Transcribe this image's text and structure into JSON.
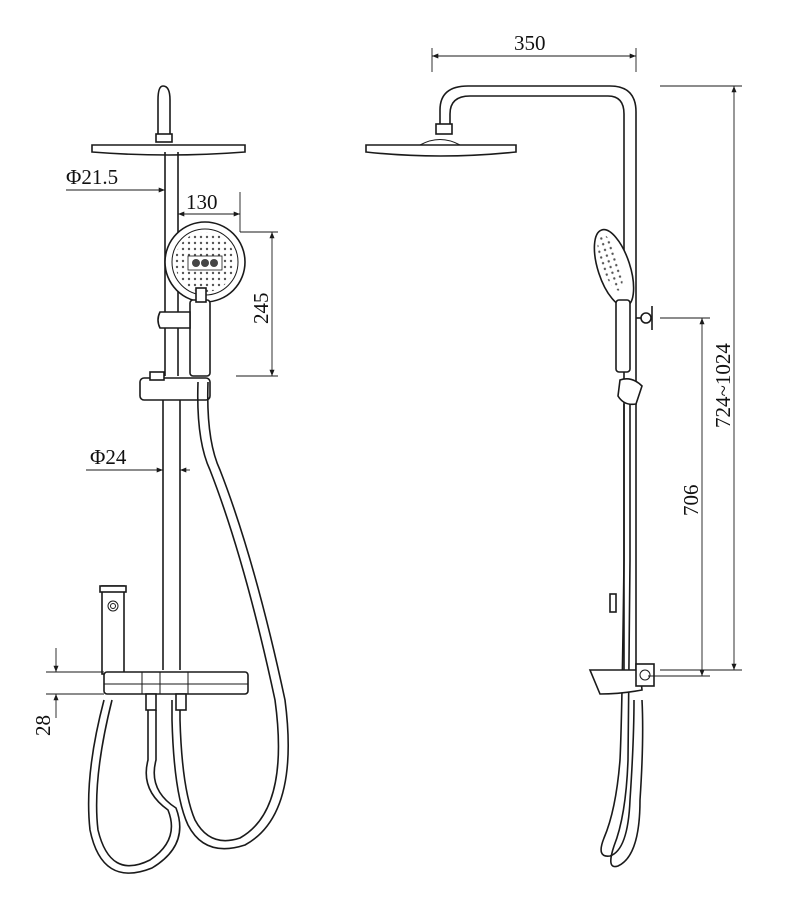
{
  "drawing": {
    "dimensions": {
      "phi_rod_upper": "Φ21.5",
      "hand_shower_width": "130",
      "hand_shower_height": "245",
      "phi_rod_lower": "Φ24",
      "shelf_thickness": "28",
      "top_arm_width": "350",
      "rod_height": "706",
      "total_height_range": "724~1024"
    }
  }
}
